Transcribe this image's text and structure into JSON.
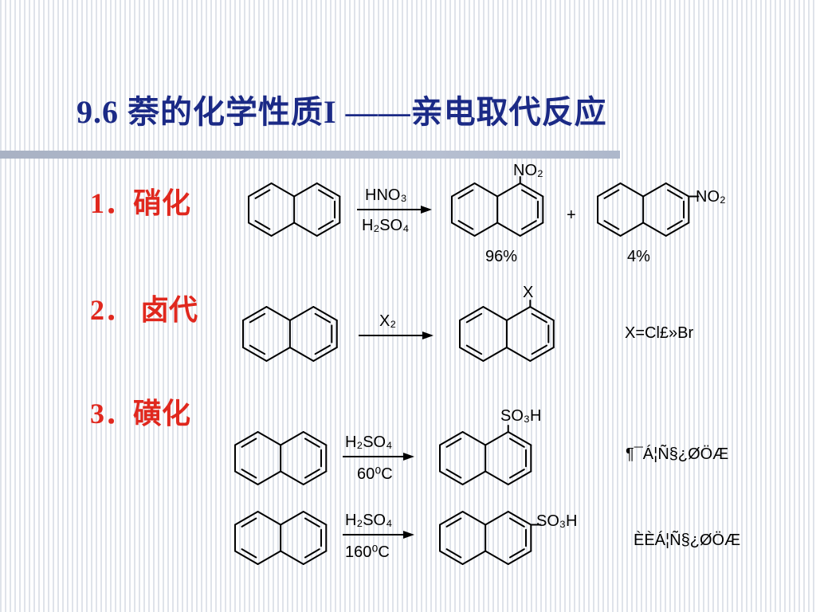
{
  "slide": {
    "title": "9.6  萘的化学性质I ——亲电取代反应"
  },
  "sections": [
    {
      "label": "1．硝化",
      "reagent_top": "HNO₃",
      "reagent_bottom": "H₂SO₄",
      "substituent_alpha": "NO₂",
      "substituent_beta": "NO₂",
      "plus": "+",
      "yield_alpha": "96%",
      "yield_beta": "4%"
    },
    {
      "label": "2． 卤代",
      "reagent_top": "X₂",
      "substituent_alpha": "X",
      "note": "X=Cl£»Br"
    },
    {
      "label": "3．磺化",
      "reaction1": {
        "reagent_top": "H₂SO₄",
        "reagent_bottom": "60⁰C",
        "substituent": "SO₃H",
        "note": "¶¯Á¦Ñ§¿ØÖÆ"
      },
      "reaction2": {
        "reagent_top": "H₂SO₄",
        "reagent_bottom": "160⁰C",
        "substituent": "SO₃H",
        "note": "ÈÈÁ¦Ñ§¿ØÖÆ"
      }
    }
  ]
}
